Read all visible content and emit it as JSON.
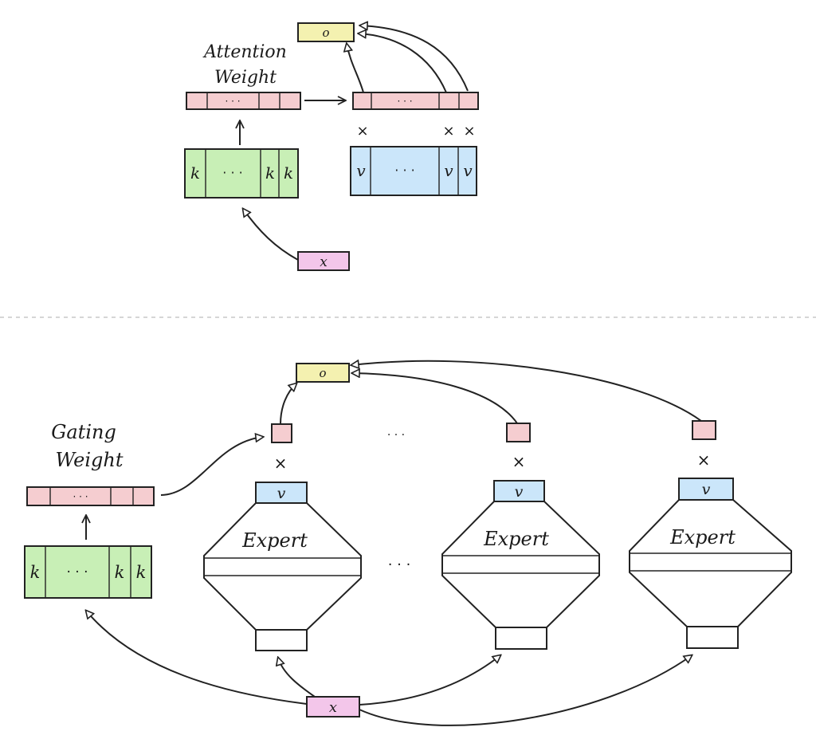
{
  "top": {
    "label_line1": "Attention",
    "label_line2": "Weight",
    "output_symbol": "o",
    "query_symbol": "x",
    "key_symbol": "k",
    "value_symbol": "v",
    "times_symbol": "×",
    "ellipsis": "· · ·"
  },
  "bottom": {
    "label_line1": "Gating",
    "label_line2": "Weight",
    "output_symbol": "o",
    "query_symbol": "x",
    "key_symbol": "k",
    "value_symbol": "v",
    "times_symbol": "×",
    "ellipsis": "· · ·",
    "experts": [
      {
        "name": "Expert"
      },
      {
        "name": "Expert"
      },
      {
        "name": "Expert"
      }
    ]
  },
  "colors": {
    "pink": "#f5cdd0",
    "green": "#c8efb6",
    "blue": "#cbe6fa",
    "yellow": "#f4f1b0",
    "magenta": "#f3c6ea"
  }
}
